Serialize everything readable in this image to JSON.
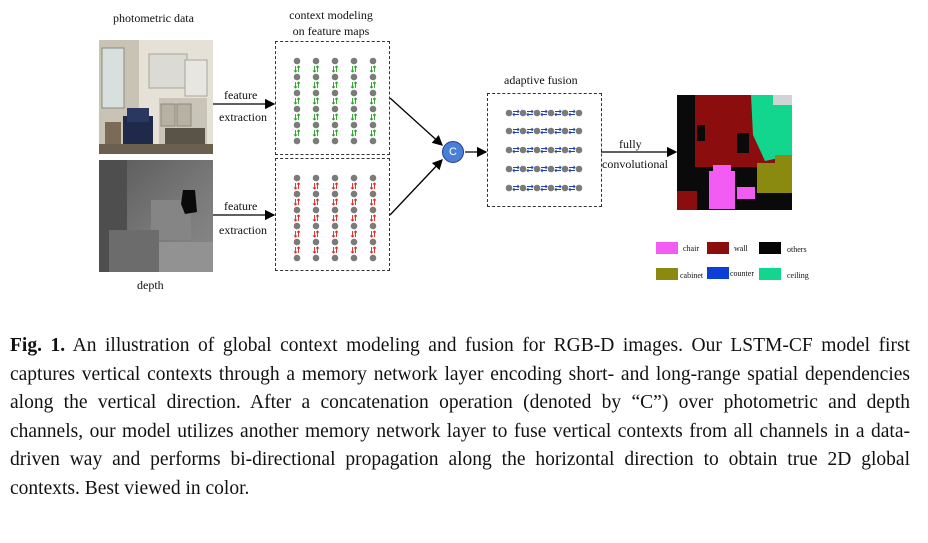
{
  "figure": {
    "label_photometric": "photometric data",
    "label_depth": "depth",
    "label_feature_top_1": "feature",
    "label_feature_top_2": "extraction",
    "label_feature_bottom_1": "feature",
    "label_feature_bottom_2": "extraction",
    "label_context_1": "context modeling",
    "label_context_2": "on feature maps",
    "label_adaptive_fusion": "adaptive fusion",
    "concat_symbol": "C",
    "label_fully": "fully",
    "label_convolutional": "convolutional",
    "legend": [
      {
        "label": "chair",
        "color": "#f25cf2"
      },
      {
        "label": "wall",
        "color": "#8b0d0d"
      },
      {
        "label": "others",
        "color": "#050505"
      },
      {
        "label": "cabinet",
        "color": "#8a8a10"
      },
      {
        "label": "counter",
        "color": "#0b3fd6"
      },
      {
        "label": "ceiling",
        "color": "#12d68e"
      }
    ],
    "colors": {
      "node": "#7b7b7b",
      "green_arrow": "#1fa11f",
      "red_arrow": "#dd2222",
      "blue_arrow": "#2244aa",
      "concat_fill": "#4a7fd6"
    }
  },
  "caption": {
    "label": "Fig. 1.",
    "text": "An illustration of global context modeling and fusion for RGB-D images. Our LSTM-CF model first captures vertical contexts through a memory network layer encoding short- and long-range spatial dependencies along the vertical direction. After a concatenation operation (denoted by “C”) over photometric and depth channels, our model utilizes another memory network layer to fuse vertical contexts from all channels in a data-driven way and performs bi-directional propagation along the horizontal direction to obtain true 2D global contexts. Best viewed in color."
  }
}
